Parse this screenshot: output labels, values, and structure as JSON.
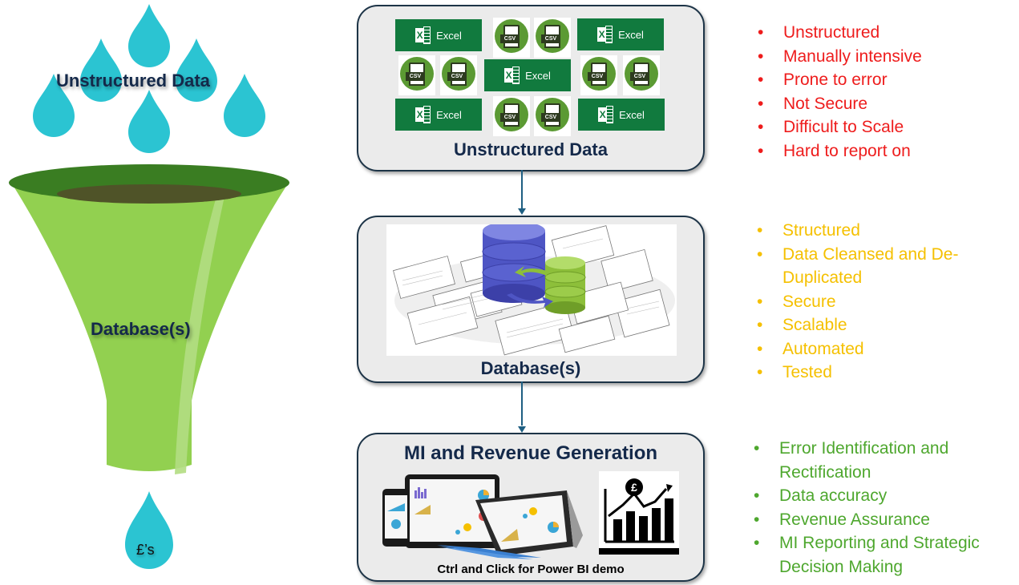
{
  "funnel": {
    "top_label": "Unstructured Data",
    "middle_label": "Database(s)",
    "bottom_drop_label": "£’s",
    "colors": {
      "drop": "#2bc4d2",
      "funnel_body": "#92d050",
      "funnel_rim": "#3a7d22",
      "funnel_inner": "#4f5328"
    }
  },
  "stages": [
    {
      "title": "Unstructured Data",
      "excel_label": "Excel",
      "csv_label": "CSV"
    },
    {
      "title": "Database(s)"
    },
    {
      "title": "MI and Revenue Generation",
      "link_text": "Ctrl and Click for Power BI demo"
    }
  ],
  "bullet_groups": [
    {
      "color": "#ee1c1c",
      "items": [
        "Unstructured",
        "Manually intensive",
        "Prone to error",
        "Not Secure",
        "Difficult to Scale",
        "Hard to report on"
      ]
    },
    {
      "color": "#f5c000",
      "items": [
        "Structured",
        "Data Cleansed and De-Duplicated",
        "Secure",
        "Scalable",
        "Automated",
        "Tested"
      ]
    },
    {
      "color": "#4ea72e",
      "items": [
        "Error Identification and Rectification",
        "Data accuracy",
        "Revenue Assurance",
        "MI Reporting and Strategic Decision Making"
      ]
    }
  ]
}
